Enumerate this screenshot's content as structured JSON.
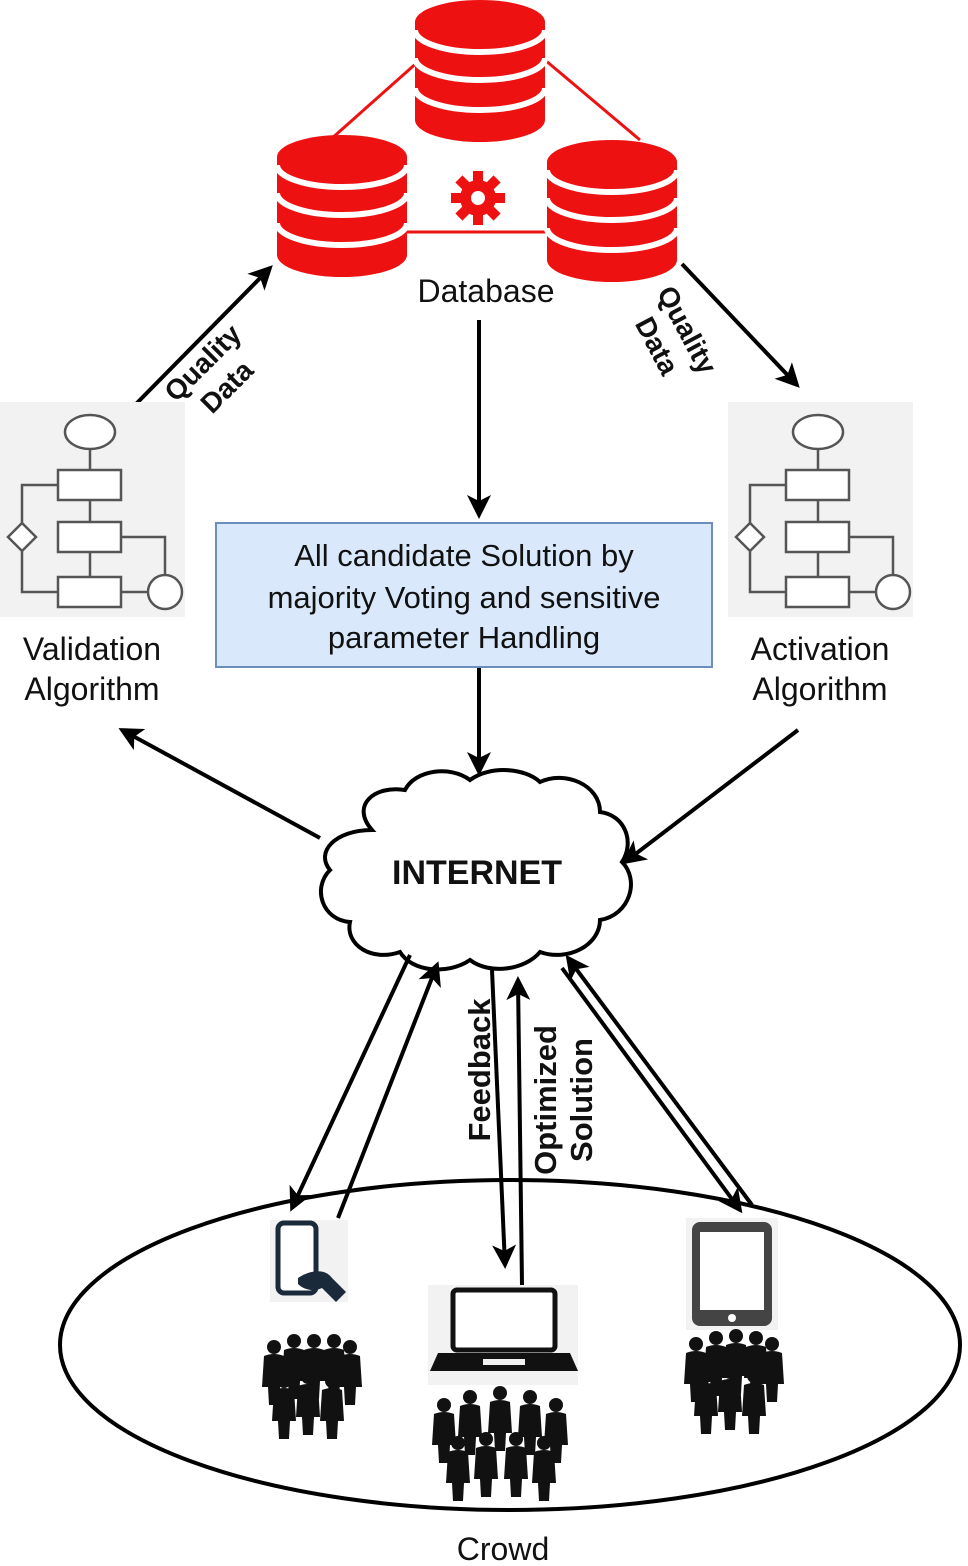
{
  "labels": {
    "database": "Database",
    "quality_data_left_line1": "Quality",
    "quality_data_left_line2": "Data",
    "quality_data_right_line1": "Quality",
    "quality_data_right_line2": "Data",
    "validation_line1": "Validation",
    "validation_line2": "Algorithm",
    "activation_line1": "Activation",
    "activation_line2": "Algorithm",
    "center_box_line1": "All candidate  Solution by",
    "center_box_line2": "majority Voting  and sensitive",
    "center_box_line3": "parameter Handling",
    "internet": "INTERNET",
    "feedback": "Feedback",
    "optimized_line1": "Optimized",
    "optimized_line2": "Solution",
    "crowd": "Crowd"
  },
  "icons": {
    "database": "database-cylinder-icon",
    "gear": "gear-icon",
    "flowchart": "flowchart-icon",
    "cloud": "cloud-icon",
    "phone": "mobile-phone-icon",
    "laptop": "laptop-icon",
    "tablet": "tablet-icon",
    "people": "people-group-icon"
  },
  "colors": {
    "database": "#ee1111",
    "box_fill": "#dae8fc",
    "box_stroke": "#6c8ebf"
  }
}
